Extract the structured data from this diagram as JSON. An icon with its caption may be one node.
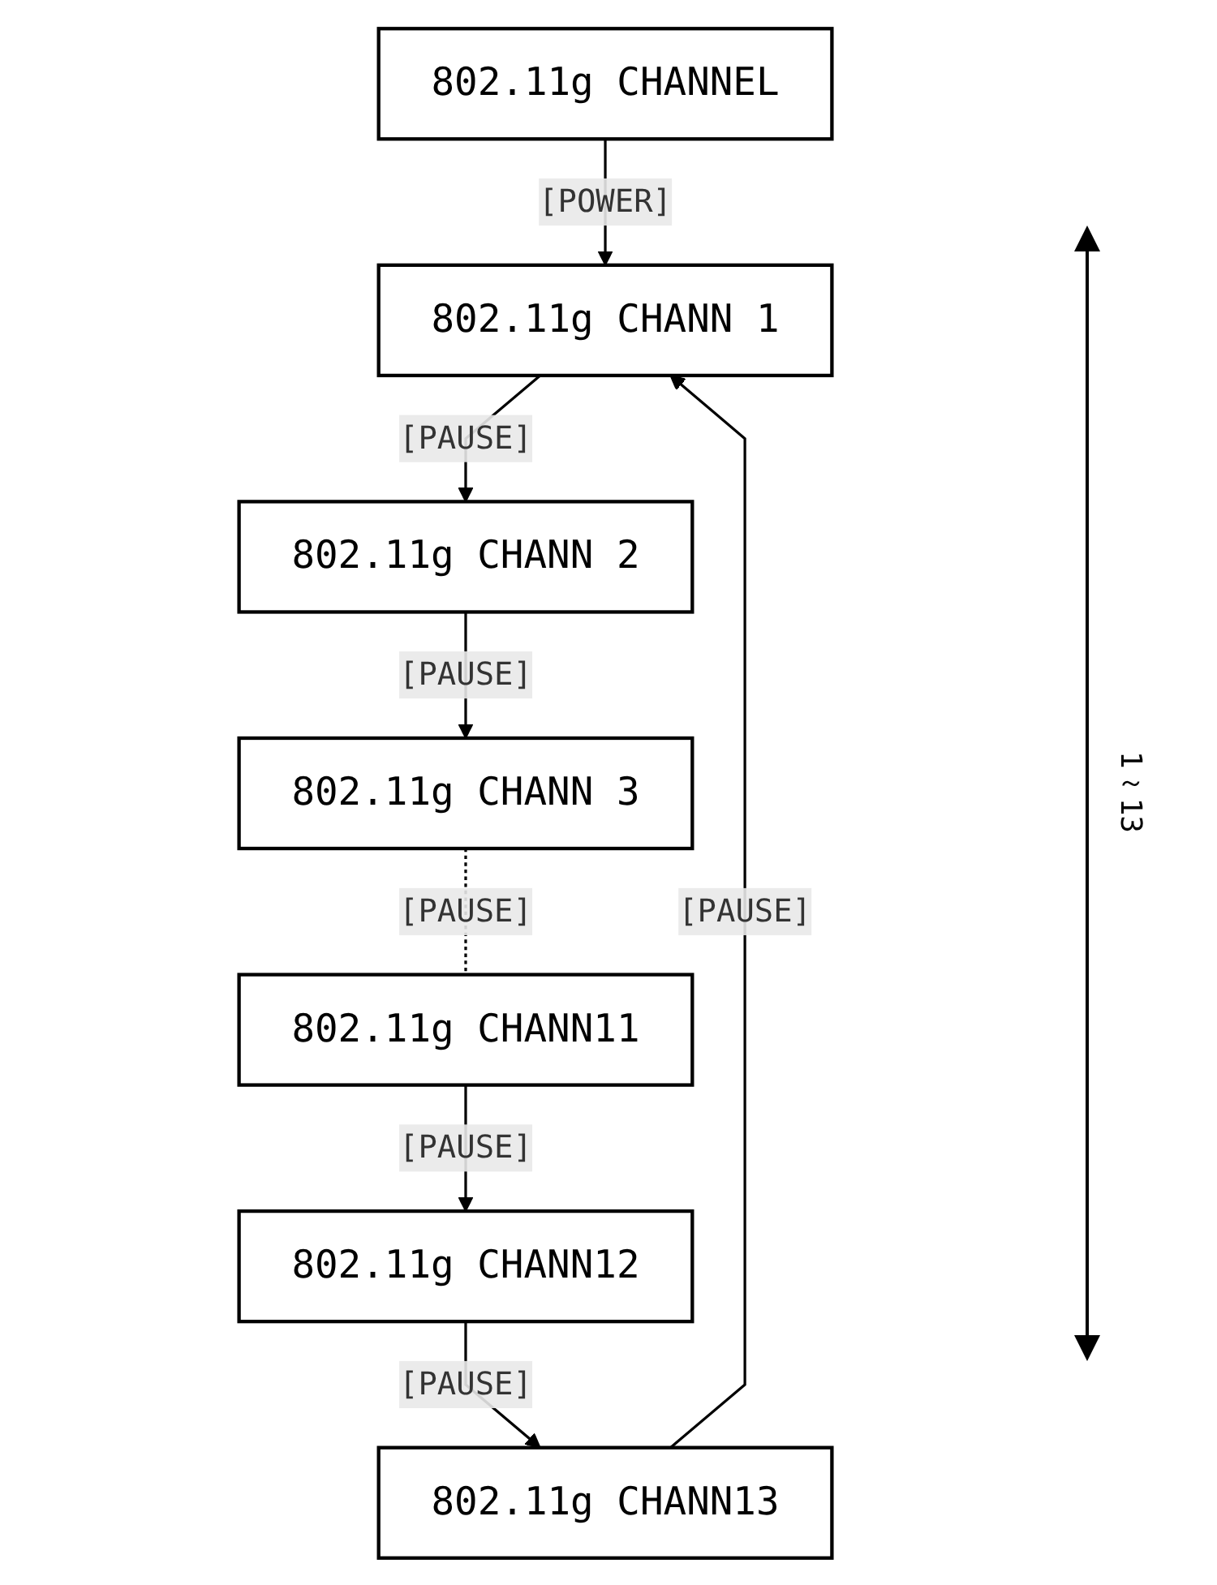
{
  "diagram": {
    "nodes": [
      {
        "text": [
          "802.11g CHANNEL"
        ]
      },
      {
        "text": [
          "802.11g CHANN 1"
        ]
      },
      {
        "text": [
          "802.11g CHANN 2"
        ]
      },
      {
        "text": [
          "802.11g CHANN 3"
        ]
      },
      {
        "text": [
          "802.11g CHANN11"
        ]
      },
      {
        "text": [
          "802.11g CHANN12"
        ]
      },
      {
        "text": [
          "802.11g CHANN13"
        ]
      }
    ],
    "edges": [
      {
        "from": 0,
        "to": 1,
        "arrow": "to",
        "label": "[POWER]"
      },
      {
        "from": 1,
        "to": 2,
        "arrow": "to",
        "label": "[PAUSE]"
      },
      {
        "from": 2,
        "to": 3,
        "arrow": "to",
        "label": "[PAUSE]"
      },
      {
        "from": 3,
        "to": 4,
        "arrow": "none",
        "label": "[PAUSE]",
        "style": "dashed"
      },
      {
        "from": 4,
        "to": 5,
        "arrow": "to",
        "label": "[PAUSE]"
      },
      {
        "from": 5,
        "to": 6,
        "arrow": "to",
        "label": "[PAUSE]"
      },
      {
        "from": 6,
        "to": 1,
        "arrow": "to",
        "label": "[PAUSE]"
      }
    ],
    "labels": [
      "1～13"
    ]
  }
}
